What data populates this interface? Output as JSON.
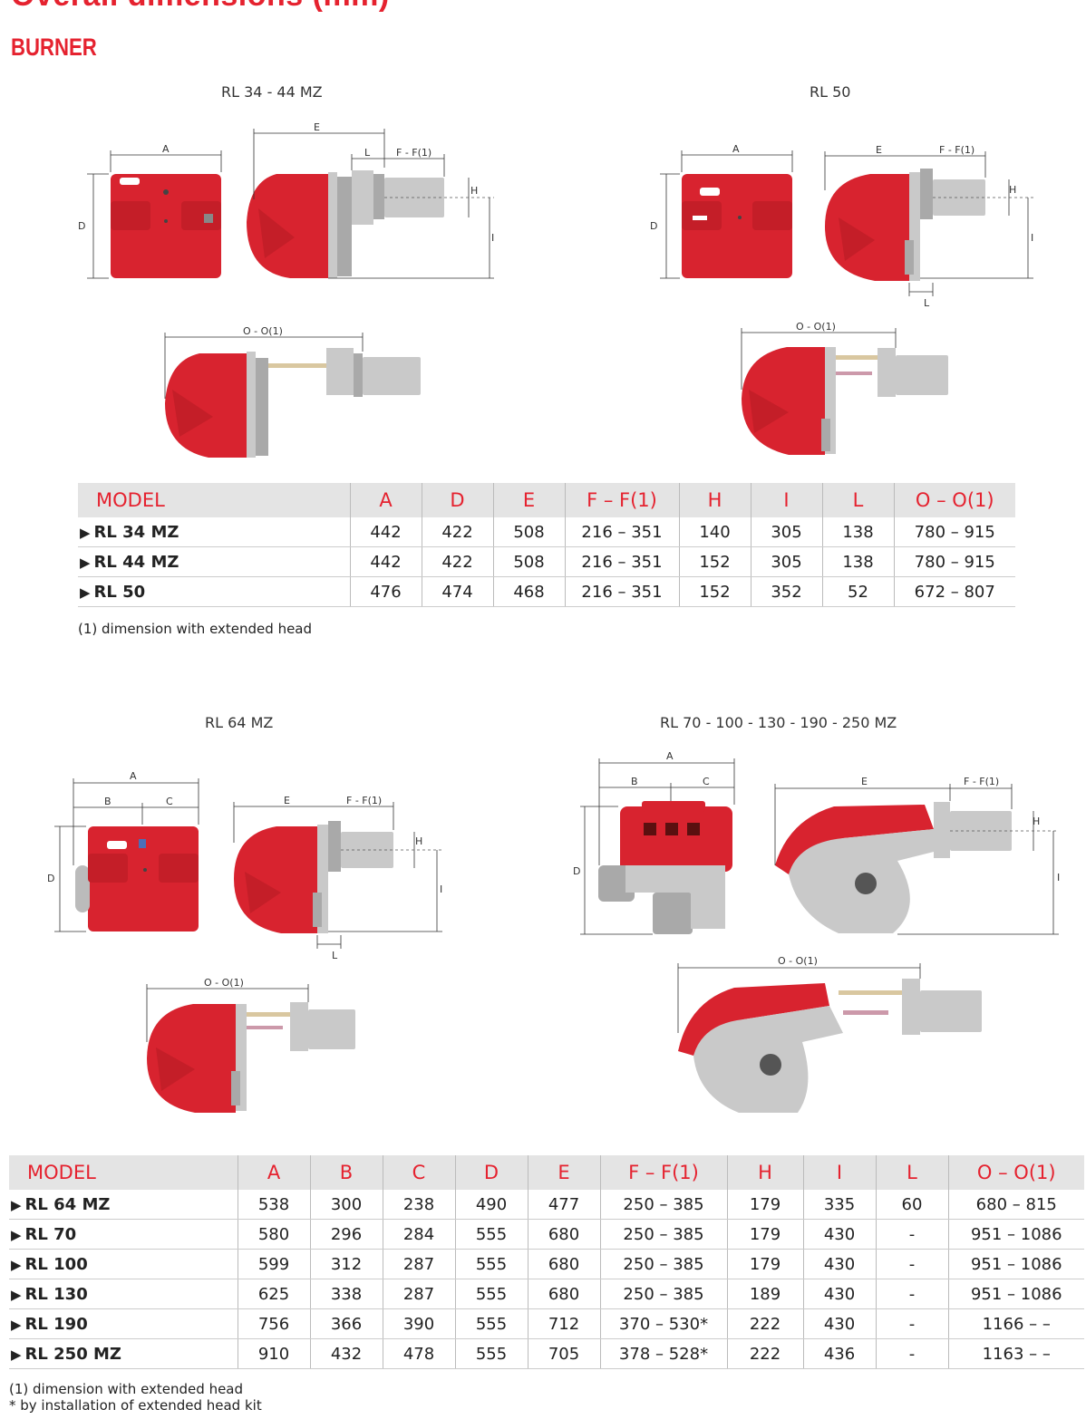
{
  "page_title": "Overall dimensions (mm)",
  "section_title": "BURNER",
  "drawings": {
    "d1": "RL 34 - 44 MZ",
    "d2": "RL 50",
    "d3": "RL 64 MZ",
    "d4": "RL 70 - 100 - 130 - 190 - 250 MZ"
  },
  "dim_labels": {
    "a": "A",
    "b": "B",
    "c": "C",
    "d": "D",
    "e": "E",
    "f": "F - F(1)",
    "h": "H",
    "i": "I",
    "l": "L",
    "o": "O - O(1)"
  },
  "table1": {
    "headers": [
      "MODEL",
      "A",
      "D",
      "E",
      "F – F(1)",
      "H",
      "I",
      "L",
      "O – O(1)"
    ],
    "rows": [
      [
        "RL 34 MZ",
        "442",
        "422",
        "508",
        "216 – 351",
        "140",
        "305",
        "138",
        "780 – 915"
      ],
      [
        "RL 44 MZ",
        "442",
        "422",
        "508",
        "216 – 351",
        "152",
        "305",
        "138",
        "780 – 915"
      ],
      [
        "RL 50",
        "476",
        "474",
        "468",
        "216 – 351",
        "152",
        "352",
        "52",
        "672 – 807"
      ]
    ]
  },
  "note1": "(1) dimension with extended head",
  "table2": {
    "headers": [
      "MODEL",
      "A",
      "B",
      "C",
      "D",
      "E",
      "F – F(1)",
      "H",
      "I",
      "L",
      "O – O(1)"
    ],
    "rows": [
      [
        "RL 64 MZ",
        "538",
        "300",
        "238",
        "490",
        "477",
        "250 –  385",
        "179",
        "335",
        "60",
        "680   –   815"
      ],
      [
        "RL 70",
        "580",
        "296",
        "284",
        "555",
        "680",
        "250 –  385",
        "179",
        "430",
        "-",
        "951    – 1086"
      ],
      [
        "RL 100",
        "599",
        "312",
        "287",
        "555",
        "680",
        "250 –  385",
        "179",
        "430",
        "-",
        "951    – 1086"
      ],
      [
        "RL 130",
        "625",
        "338",
        "287",
        "555",
        "680",
        "250 –  385",
        "189",
        "430",
        "-",
        "951    – 1086"
      ],
      [
        "RL 190",
        "756",
        "366",
        "390",
        "555",
        "712",
        "370 –  530*",
        "222",
        "430",
        "-",
        "1166  –      –"
      ],
      [
        "RL 250 MZ",
        "910",
        "432",
        "478",
        "555",
        "705",
        "378 –  528*",
        "222",
        "436",
        "-",
        "1163  –      –"
      ]
    ]
  },
  "note2a": "(1) dimension with extended head",
  "note2b": "* by installation of extended head kit"
}
